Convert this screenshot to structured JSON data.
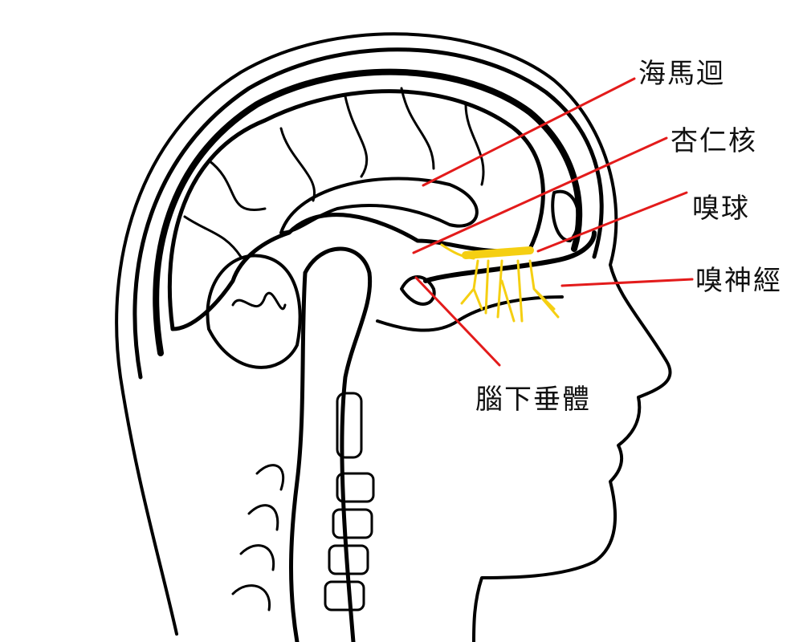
{
  "labels": {
    "hippocampus": "海馬迴",
    "amygdala": "杏仁核",
    "olfactory_bulb": "嗅球",
    "olfactory_nerve": "嗅神經",
    "pituitary": "腦下垂體"
  },
  "colors": {
    "leader_line": "#e31b1b",
    "olfactory_highlight": "#f5cf12",
    "outline": "#000000"
  }
}
